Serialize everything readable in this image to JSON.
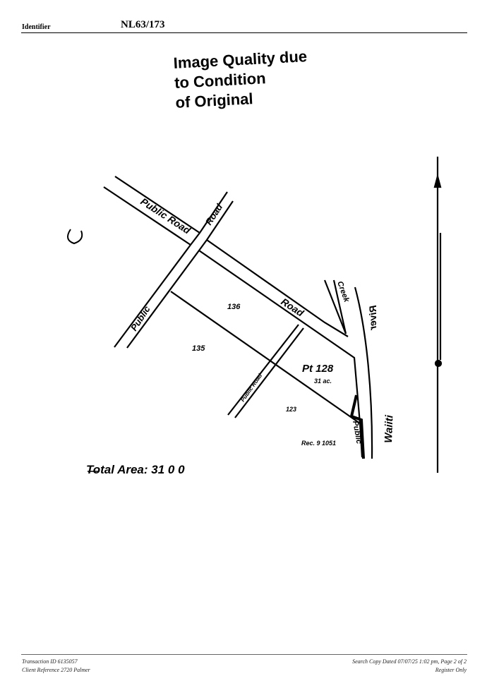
{
  "header": {
    "identifier_label": "Identifier",
    "identifier_value": "NL63/173"
  },
  "stamp": {
    "line1": "Image Quality due",
    "line2": "to Condition",
    "line3": "of Original"
  },
  "plan": {
    "road_main": "Public Road",
    "road_cross_upper": "Road",
    "road_cross_lower": "Public",
    "road_main_lower": "Road",
    "road_small": "Public Road",
    "road_bottom": "Public",
    "lot_136": "136",
    "lot_135": "135",
    "lot_pt128": "Pt 128",
    "area_pt128": "31 ac.",
    "lot_123": "123",
    "reference": "Rec. 9 1051",
    "creek": "Creek",
    "river": "River",
    "river_name": "Waiiti",
    "total_area": "Total Area: 31  0  0"
  },
  "footer": {
    "transaction": "Transaction ID   6135057",
    "client_reference": "Client Reference  2720 Palmer",
    "search_copy": "Search Copy Dated 07/07/25 1:02 pm, Page 2 of 2",
    "register": "Register Only"
  }
}
